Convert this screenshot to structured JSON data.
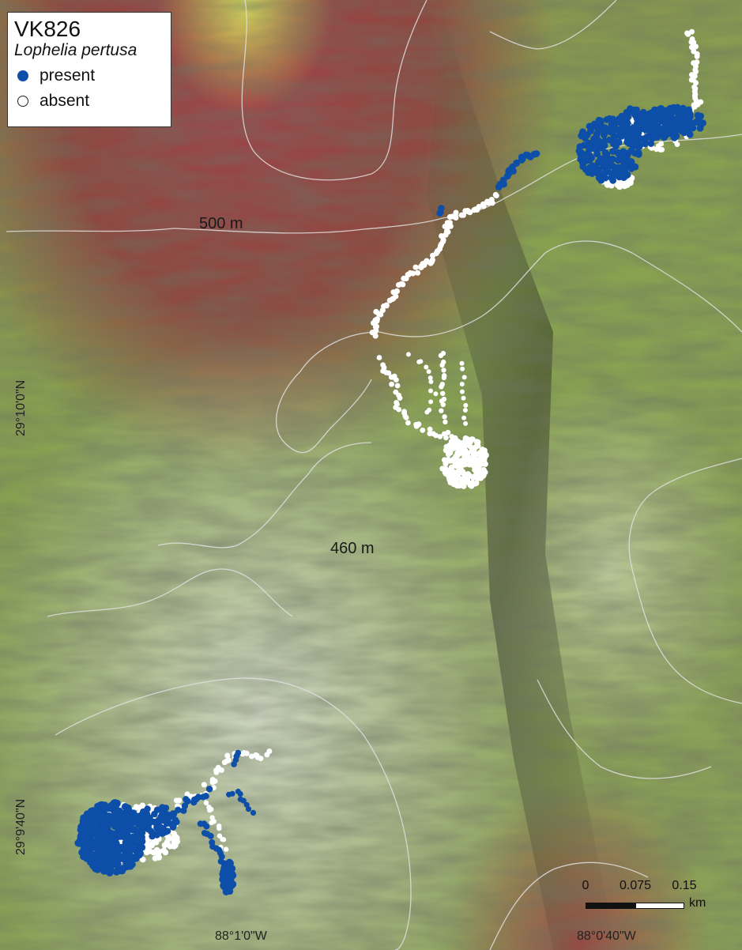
{
  "legend": {
    "title": "VK826",
    "species": "Lophelia pertusa",
    "present_label": "present",
    "absent_label": "absent",
    "present_color": "#0d4fa8",
    "absent_color": "#ffffff"
  },
  "contours": [
    {
      "label": "500 m"
    },
    {
      "label": "460 m"
    }
  ],
  "graticule": {
    "lat_labels": [
      "29°10'0\"N",
      "29°9'40\"N"
    ],
    "lon_labels": [
      "88°1'0\"W",
      "88°0'40\"W"
    ]
  },
  "scale_bar": {
    "ticks": [
      "0",
      "0.075",
      "0.15"
    ],
    "unit": "km"
  },
  "colors": {
    "terrain_green": "#7f9a4a",
    "terrain_red": "#8e3a3a",
    "terrain_yellow": "#d6e05a",
    "terrain_light": "#c9d0bf",
    "contour_line": "#d9d9d9"
  }
}
